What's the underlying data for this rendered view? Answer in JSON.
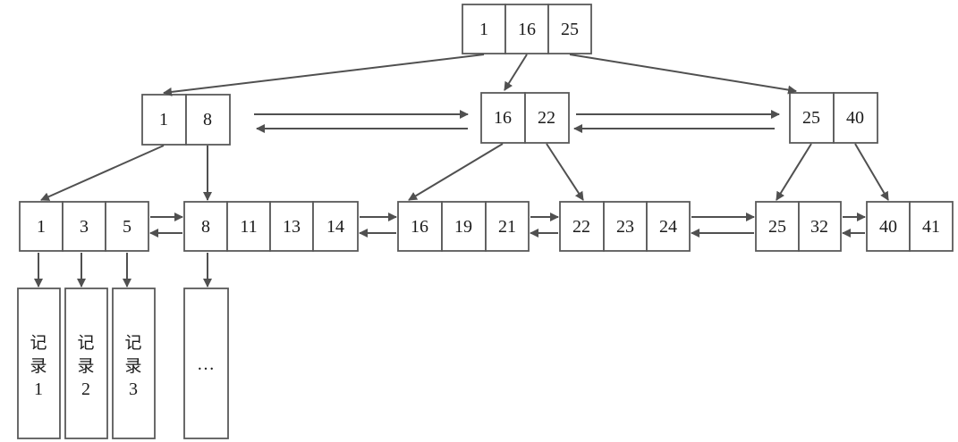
{
  "diagram": {
    "type": "B+ tree index",
    "root": {
      "keys": [
        "1",
        "16",
        "25"
      ]
    },
    "internal": [
      {
        "keys": [
          "1",
          "8"
        ]
      },
      {
        "keys": [
          "16",
          "22"
        ]
      },
      {
        "keys": [
          "25",
          "40"
        ]
      }
    ],
    "leaves": [
      {
        "keys": [
          "1",
          "3",
          "5"
        ]
      },
      {
        "keys": [
          "8",
          "11",
          "13",
          "14"
        ]
      },
      {
        "keys": [
          "16",
          "19",
          "21"
        ]
      },
      {
        "keys": [
          "22",
          "23",
          "24"
        ]
      },
      {
        "keys": [
          "25",
          "32"
        ]
      },
      {
        "keys": [
          "40",
          "41"
        ]
      }
    ],
    "records": [
      {
        "lines": [
          "记",
          "录",
          "1"
        ]
      },
      {
        "lines": [
          "记",
          "录",
          "2"
        ]
      },
      {
        "lines": [
          "记",
          "录",
          "3"
        ]
      },
      {
        "lines": [
          "…"
        ]
      }
    ]
  }
}
